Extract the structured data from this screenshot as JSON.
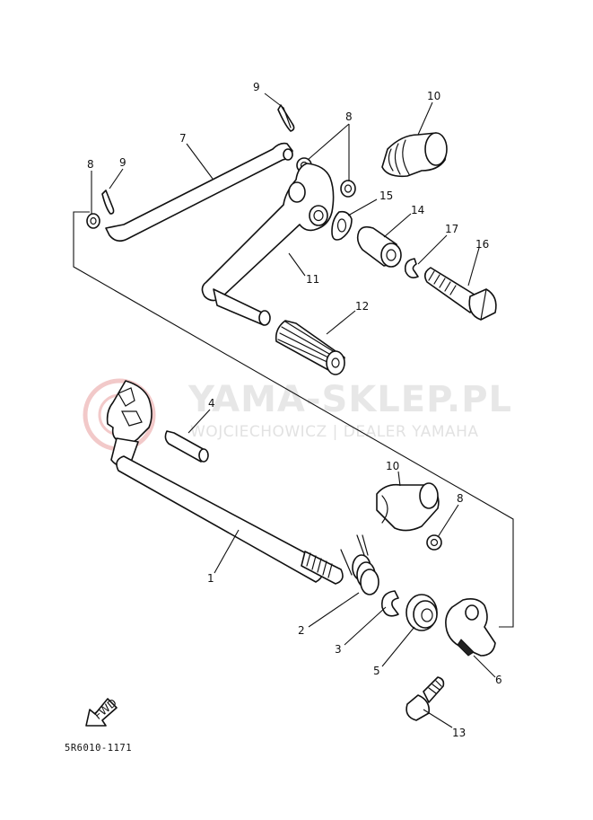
{
  "watermark": {
    "title": "YAMA-SKLEP.PL",
    "subtitle": "WOJCIECHOWICZ | DEALER YAMAHA",
    "logo_color": "#f2c9c9"
  },
  "diagram_code": "5R6010-1171",
  "fwd_label": "FWD",
  "callouts": {
    "c1": "1",
    "c2": "2",
    "c3": "3",
    "c4": "4",
    "c5": "5",
    "c6": "6",
    "c7": "7",
    "c8a": "8",
    "c8b": "8",
    "c8c": "8",
    "c9a": "9",
    "c9b": "9",
    "c10a": "10",
    "c10b": "10",
    "c11": "11",
    "c12": "12",
    "c13": "13",
    "c14": "14",
    "c15": "15",
    "c16": "16",
    "c17": "17"
  }
}
